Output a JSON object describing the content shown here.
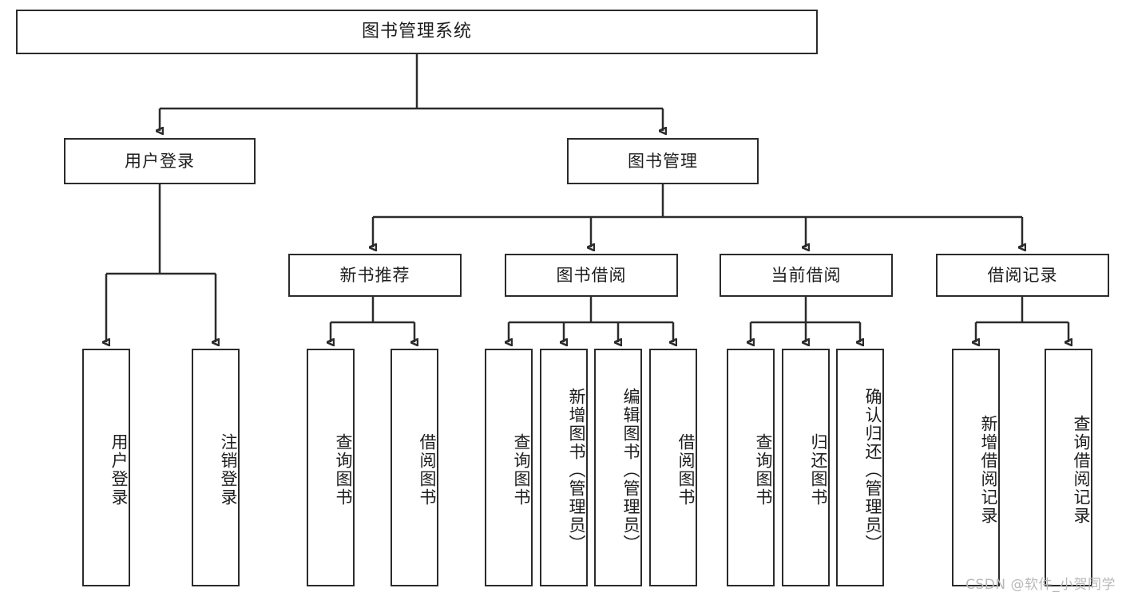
{
  "diagram": {
    "type": "tree-hierarchy-flowchart",
    "title": "图书管理系统",
    "levels": 4,
    "root": {
      "id": "root",
      "label": "图书管理系统"
    },
    "level2": [
      {
        "id": "user-login",
        "label": "用户登录"
      },
      {
        "id": "book-management",
        "label": "图书管理"
      }
    ],
    "level3": [
      {
        "id": "new-book-recommend",
        "label": "新书推荐",
        "parent": "book-management"
      },
      {
        "id": "book-borrow",
        "label": "图书借阅",
        "parent": "book-management"
      },
      {
        "id": "current-borrow",
        "label": "当前借阅",
        "parent": "book-management"
      },
      {
        "id": "borrow-record",
        "label": "借阅记录",
        "parent": "book-management"
      }
    ],
    "leaves": {
      "user-login": [
        {
          "id": "leaf-user-login",
          "label": "用户登录"
        },
        {
          "id": "leaf-logout-login",
          "label": "注销登录"
        }
      ],
      "new-book-recommend": [
        {
          "id": "leaf-query-book-1",
          "label": "查询图书"
        },
        {
          "id": "leaf-borrow-book-1",
          "label": "借阅图书"
        }
      ],
      "book-borrow": [
        {
          "id": "leaf-query-book-2",
          "label": "查询图书"
        },
        {
          "id": "leaf-add-book",
          "label": "新增图书（管理员）"
        },
        {
          "id": "leaf-edit-book",
          "label": "编辑图书（管理员）"
        },
        {
          "id": "leaf-borrow-book-2",
          "label": "借阅图书"
        }
      ],
      "current-borrow": [
        {
          "id": "leaf-query-book-3",
          "label": "查询图书"
        },
        {
          "id": "leaf-return-book",
          "label": "归还图书"
        },
        {
          "id": "leaf-confirm-return",
          "label": "确认归还（管理员）"
        }
      ],
      "borrow-record": [
        {
          "id": "leaf-add-record",
          "label": "新增借阅记录"
        },
        {
          "id": "leaf-query-record",
          "label": "查询借阅记录"
        }
      ]
    }
  },
  "colors": {
    "stroke": "#2b2b2b",
    "fill": "#ffffff",
    "text": "#1d1d1d",
    "watermark": "#b8b8b8"
  },
  "watermark": {
    "text": "CSDN @软件_小贺同学"
  }
}
